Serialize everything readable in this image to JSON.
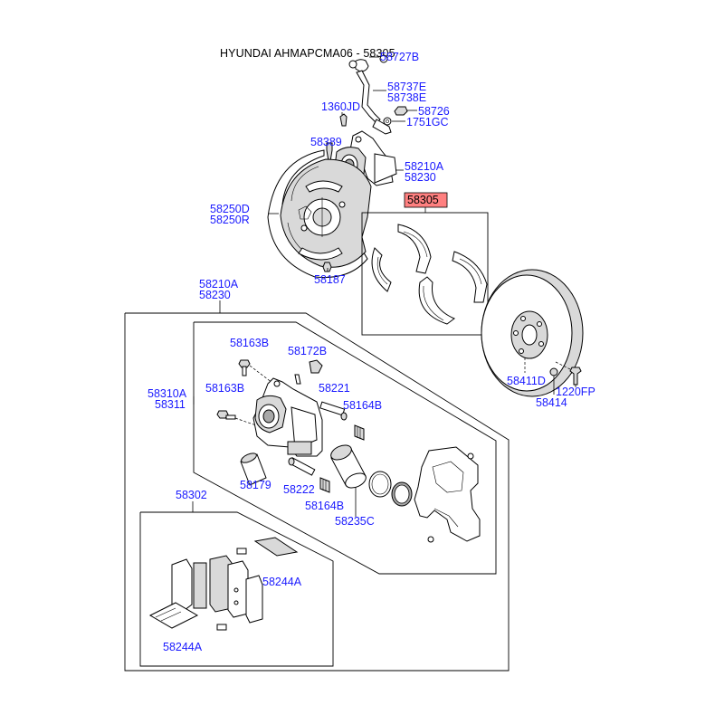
{
  "header": {
    "title": "HYUNDAI AHMAPCMA06 - 58305"
  },
  "highlight_color": "#ff8080",
  "label_color": "#1a1aff",
  "labels": {
    "l58727b": "58727B",
    "l58737e": "58737E",
    "l58738e": "58738E",
    "l1360jd": "1360JD",
    "l58726": "58726",
    "l1751gc": "1751GC",
    "l58389": "58389",
    "l58210a_top": "58210A",
    "l58230_top": "58230",
    "l58250d": "58250D",
    "l58250r": "58250R",
    "l58305": "58305",
    "l58187": "58187",
    "l58210a_mid": "58210A",
    "l58230_mid": "58230",
    "l58163b_a": "58163B",
    "l58172b": "58172B",
    "l58310a": "58310A",
    "l58311": "58311",
    "l58163b_b": "58163B",
    "l58221": "58221",
    "l58164b_a": "58164B",
    "l58179": "58179",
    "l58222": "58222",
    "l58164b_b": "58164B",
    "l58235c": "58235C",
    "l58302": "58302",
    "l58244a_a": "58244A",
    "l58244a_b": "58244A",
    "l58411d": "58411D",
    "l58414": "58414",
    "l1220fp": "1220FP"
  }
}
